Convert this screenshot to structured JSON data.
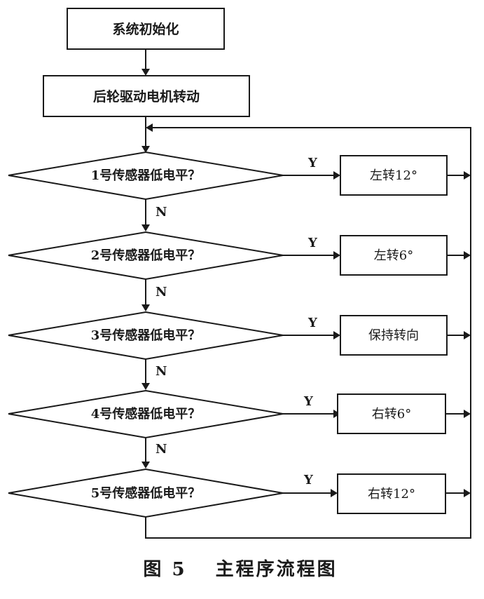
{
  "flowchart": {
    "start_box": "系统初始化",
    "motor_box": "后轮驱动电机转动",
    "decisions": [
      "1号传感器低电平？",
      "2号传感器低电平？",
      "3号传感器低电平？",
      "4号传感器低电平？",
      "5号传感器低电平？"
    ],
    "actions": [
      "左转12°",
      "左转6°",
      "保持转向",
      "右转6°",
      "右转12°"
    ],
    "yes_label": "Y",
    "no_label": "N"
  },
  "caption": "图 5　 主程序流程图"
}
